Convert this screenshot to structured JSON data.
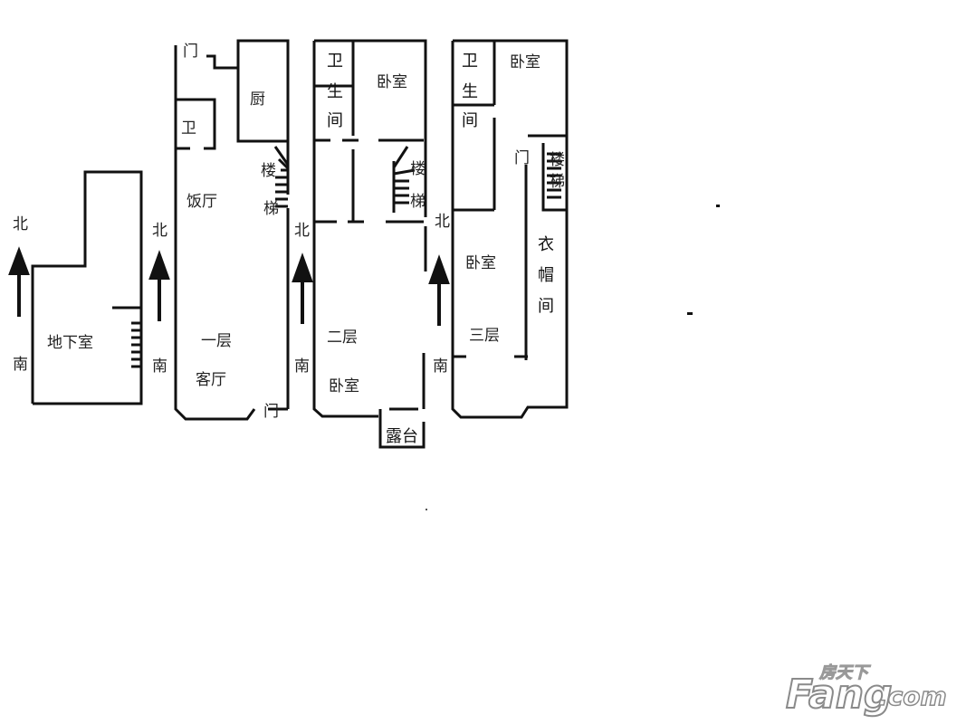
{
  "compass": {
    "north": "北",
    "south": "南"
  },
  "floors": {
    "basement": {
      "room": "地下室"
    },
    "ground": {
      "door_top": "门",
      "bath": "卫",
      "kitchen": "厨",
      "dining": "饭厅",
      "stair_1": "楼",
      "stair_2": "梯",
      "floor_name": "一层",
      "living": "客厅",
      "door_bottom": "门"
    },
    "second": {
      "bath_1": "卫",
      "bath_2": "生",
      "bath_3": "间",
      "bedroom_top": "卧室",
      "stair_1": "楼",
      "stair_2": "梯",
      "floor_name": "二层",
      "bedroom_main": "卧室",
      "terrace": "露台"
    },
    "third": {
      "bath_1": "卫",
      "bath_2": "生",
      "bath_3": "间",
      "bedroom_top": "卧室",
      "door": "门",
      "stair_1": "楼",
      "stair_2": "梯",
      "bedroom_main": "卧室",
      "floor_name": "三层",
      "closet_1": "衣",
      "closet_2": "帽",
      "closet_3": "间"
    }
  },
  "watermark": {
    "brand": "Fang.com",
    "chinese": "房天下"
  }
}
